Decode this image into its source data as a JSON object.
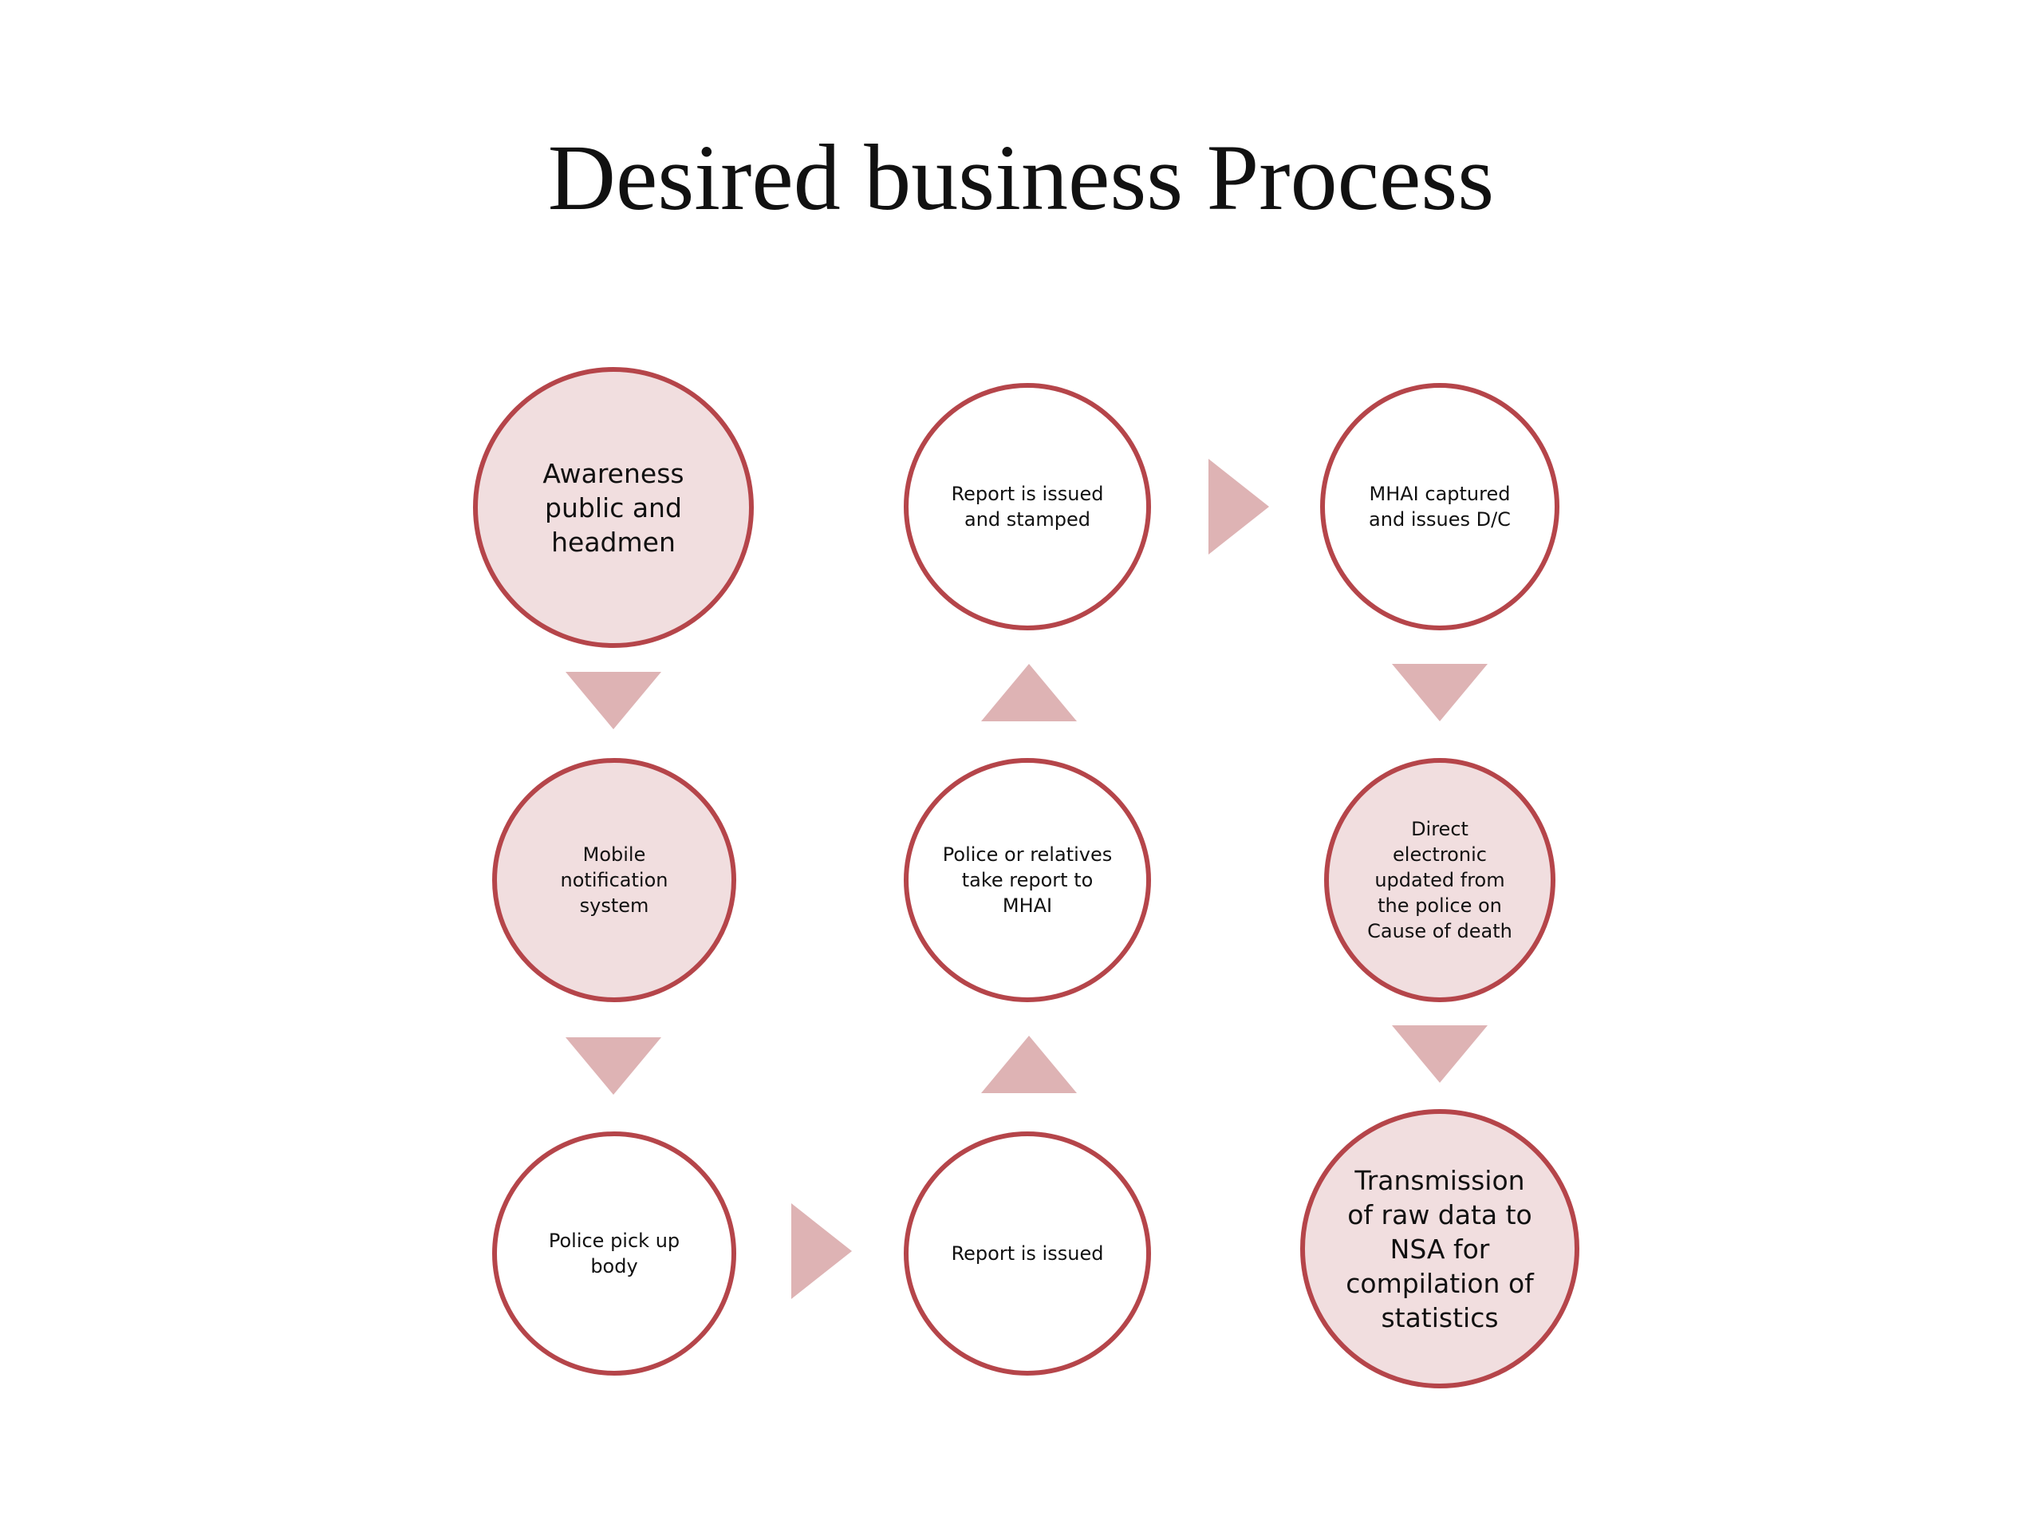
{
  "title": "Desired business Process",
  "colors": {
    "node_border": "#b5454a",
    "node_fill_highlight": "#f1dedf",
    "node_fill_plain": "#ffffff",
    "arrow": "#deb3b4"
  },
  "nodes": [
    {
      "id": "awareness",
      "label": "Awareness\npublic and\nheadmen"
    },
    {
      "id": "mobile",
      "label": "Mobile\nnotification\nsystem"
    },
    {
      "id": "police-pickup",
      "label": "Police pick up\nbody"
    },
    {
      "id": "report-issued",
      "label": "Report is issued"
    },
    {
      "id": "take-report",
      "label": "Police or relatives\ntake report to\nMHAI"
    },
    {
      "id": "report-stamped",
      "label": "Report is issued\nand stamped"
    },
    {
      "id": "mhai-captured",
      "label": "MHAI captured\nand issues D/C"
    },
    {
      "id": "direct-electronic",
      "label": "Direct\nelectronic\nupdated from\nthe police on\nCause of death"
    },
    {
      "id": "transmission",
      "label": "Transmission\nof raw data to\nNSA for\ncompilation of\nstatistics"
    }
  ],
  "flow": [
    {
      "from": "awareness",
      "to": "mobile",
      "direction": "down"
    },
    {
      "from": "mobile",
      "to": "police-pickup",
      "direction": "down"
    },
    {
      "from": "police-pickup",
      "to": "report-issued",
      "direction": "right"
    },
    {
      "from": "report-issued",
      "to": "take-report",
      "direction": "up"
    },
    {
      "from": "take-report",
      "to": "report-stamped",
      "direction": "up"
    },
    {
      "from": "report-stamped",
      "to": "mhai-captured",
      "direction": "right"
    },
    {
      "from": "mhai-captured",
      "to": "direct-electronic",
      "direction": "down"
    },
    {
      "from": "direct-electronic",
      "to": "transmission",
      "direction": "down"
    }
  ]
}
